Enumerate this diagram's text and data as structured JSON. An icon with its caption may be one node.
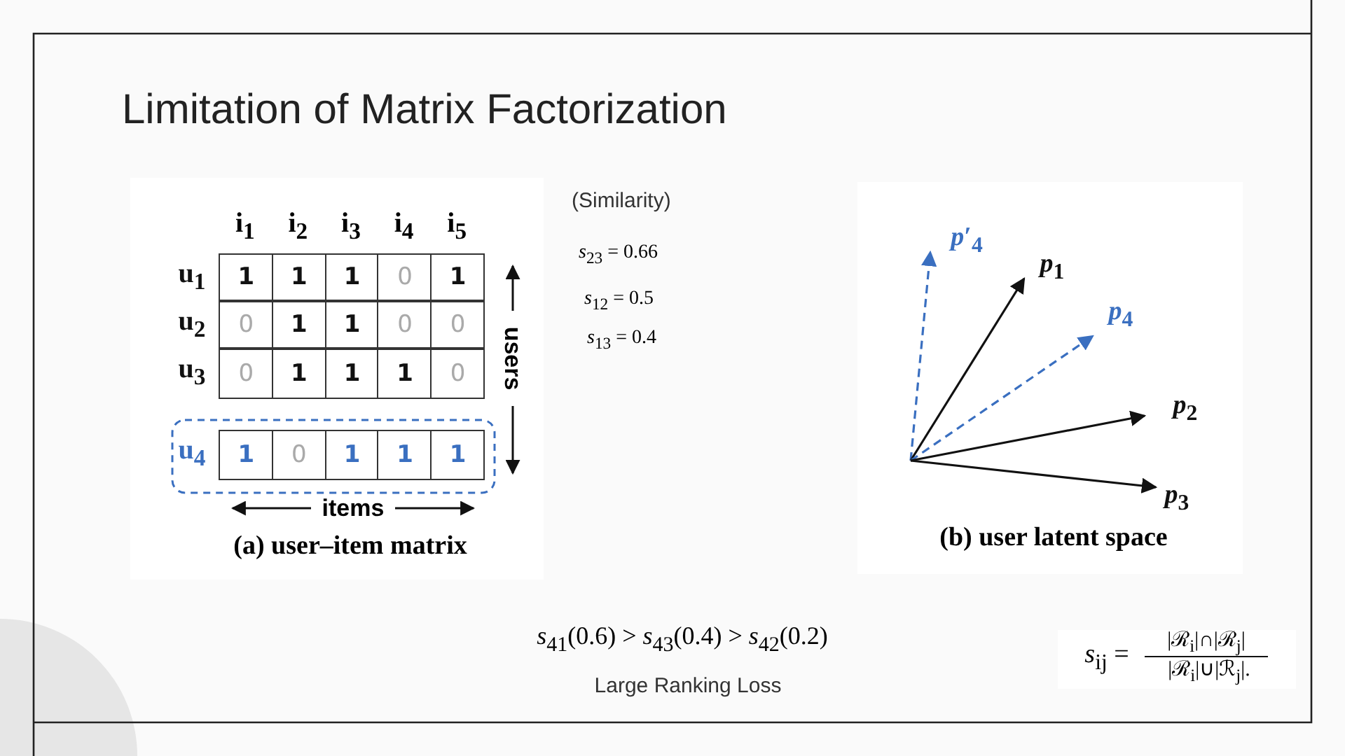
{
  "diagram": {
    "title": "Limitation of Matrix Factorization",
    "labels": [
      "(Similarity)",
      "*s*$_{23}$ = 0.66",
      "*s*$_{12}$ = 0.5",
      "*s*$_{13}$ = 0.4",
      "i$_{1}$",
      "i$_{2}$",
      "i$_{3}$",
      "i$_{4}$",
      "i$_{5}$",
      "u$_{1}$",
      "1",
      "1",
      "1",
      "0",
      "1",
      "u$_{2}$",
      "0",
      "1",
      "1",
      "0",
      "0",
      "u$_{3}$",
      "0",
      "1",
      "1",
      "1",
      "0",
      "u$_{4}$",
      "1",
      "0",
      "1",
      "1",
      "1",
      "users",
      "items",
      "(a) user–item matrix",
      "*p*′$_{4}$",
      "*p*$_{1}$",
      "*p*$_{4}$",
      "*p*$_{2}$",
      "*p*$_{3}$",
      "(b) user latent space",
      "*s*$_{41}$(0.6) > *s*$_{43}$(0.4) > *s*$_{42}$(0.2)",
      "Large Ranking Loss",
      "*s*$_{ij}$ =",
      "|ℛ$_{i}$|∩|ℛ$_{j}$|",
      "|ℛ$_{i}$|∪|ℛ$_{j}$|."
    ]
  }
}
